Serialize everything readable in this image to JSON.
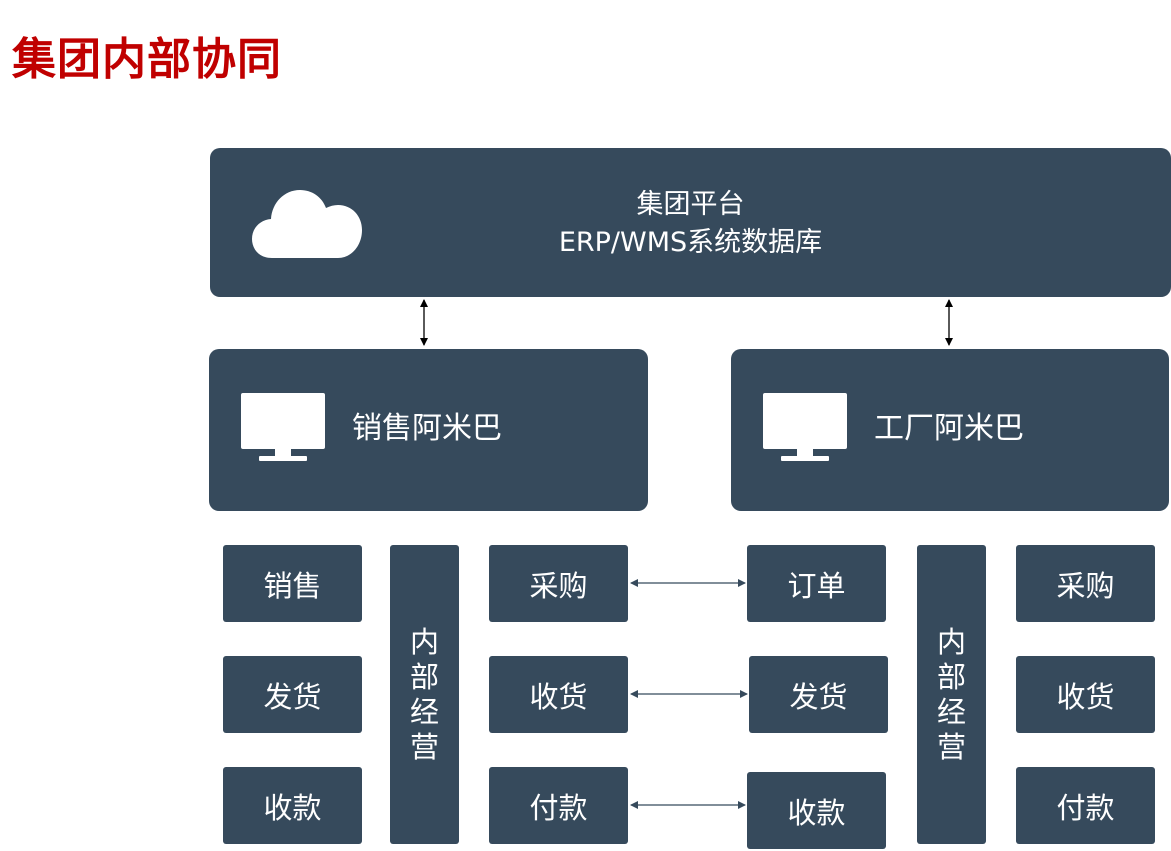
{
  "title": "集团内部协同",
  "title_color": "#c00000",
  "box_color": "#364a5c",
  "platform": {
    "line1": "集团平台",
    "line2": "ERP/WMS系统数据库",
    "icon": "cloud-icon"
  },
  "sales_amiba": {
    "label": "销售阿米巴",
    "icon": "monitor-icon",
    "left_column": [
      "销售",
      "发货",
      "收款"
    ],
    "internal_ops": [
      "内",
      "部",
      "经",
      "营"
    ],
    "right_column": [
      "采购",
      "收货",
      "付款"
    ]
  },
  "factory_amiba": {
    "label": "工厂阿米巴",
    "icon": "monitor-icon",
    "left_column": [
      "订单",
      "发货",
      "收款"
    ],
    "internal_ops": [
      "内",
      "部",
      "经",
      "营"
    ],
    "right_column": [
      "采购",
      "收货",
      "付款"
    ]
  }
}
